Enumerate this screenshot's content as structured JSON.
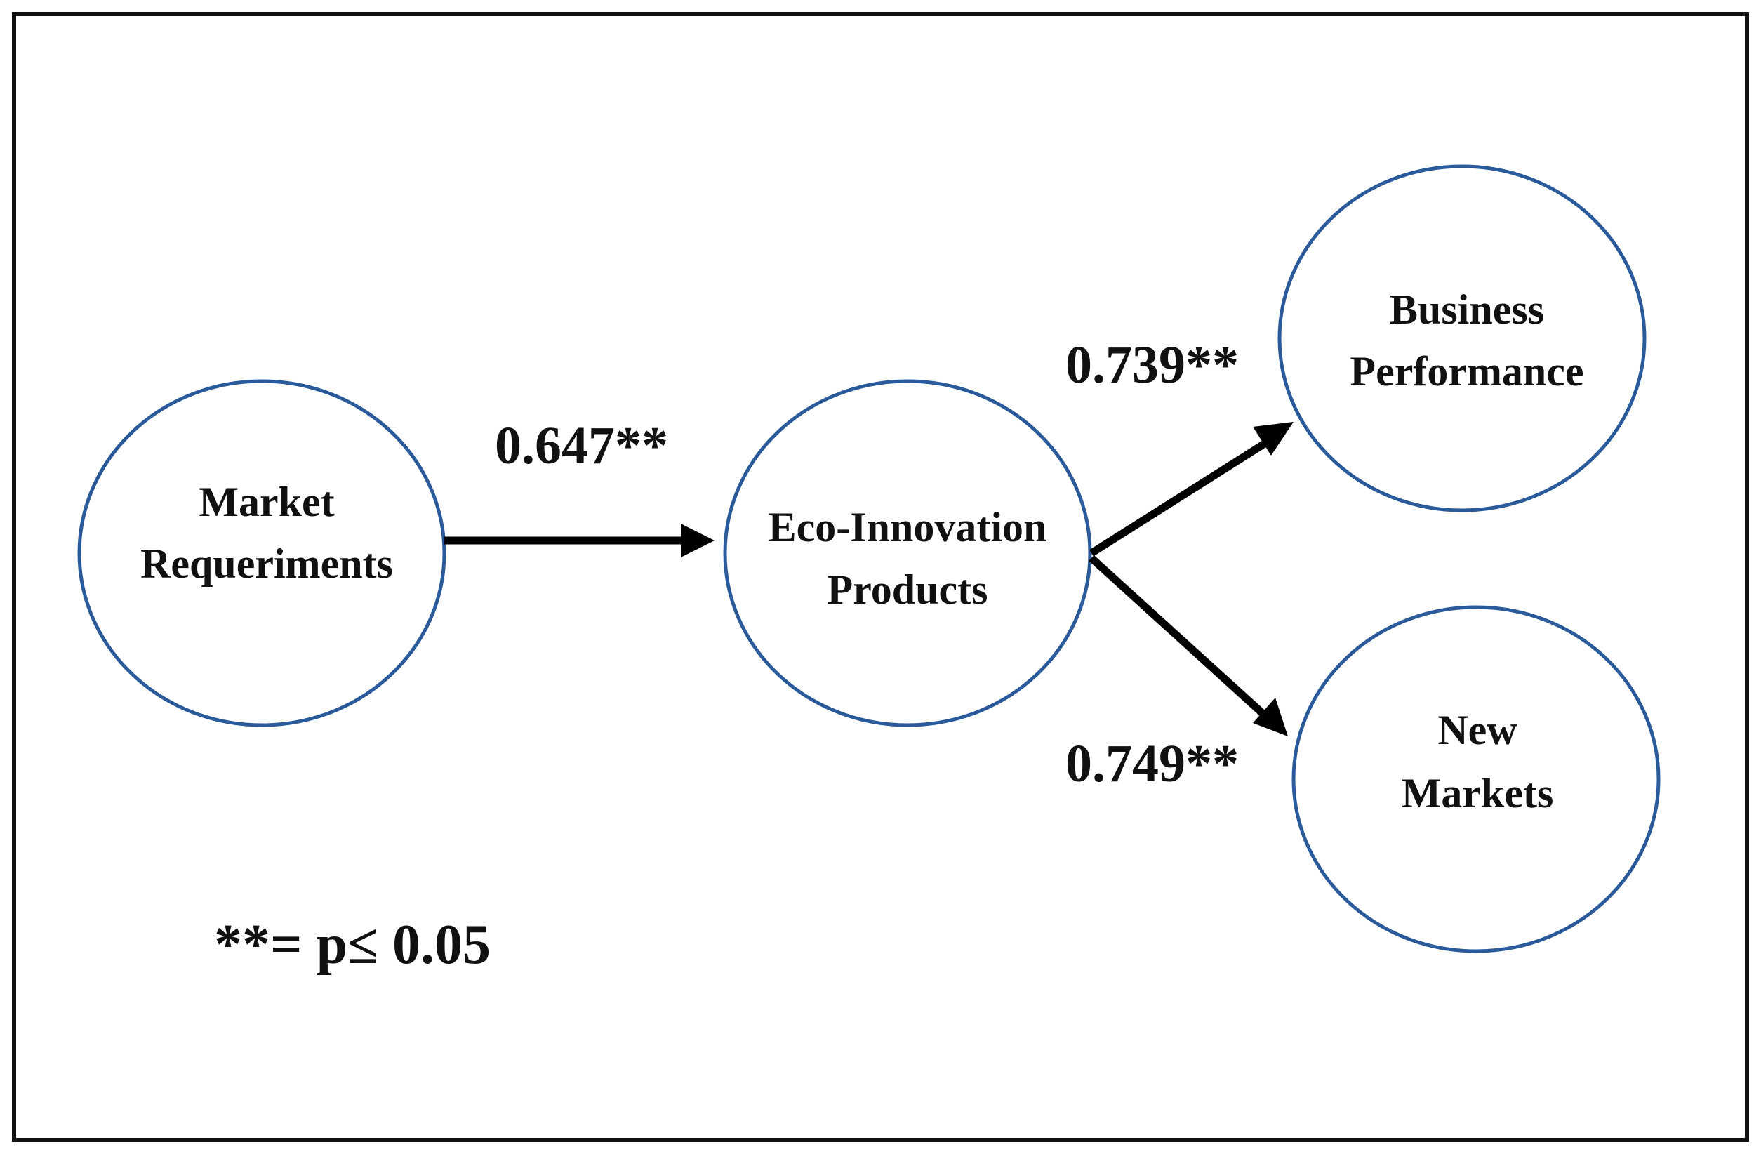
{
  "nodes": {
    "market_requirements": {
      "line1": "Market",
      "line2": "Requeriments"
    },
    "eco_innovation_products": {
      "line1": "Eco-Innovation",
      "line2": "Products"
    },
    "business_performance": {
      "line1": "Business",
      "line2": "Performance"
    },
    "new_markets": {
      "line1": "New",
      "line2": "Markets"
    }
  },
  "paths": [
    {
      "from": "Market Requeriments",
      "to": "Eco-Innovation Products",
      "coefficient": "0.647**"
    },
    {
      "from": "Eco-Innovation Products",
      "to": "Business Performance",
      "coefficient": "0.739**"
    },
    {
      "from": "Eco-Innovation Products",
      "to": "New Markets",
      "coefficient": "0.749**"
    }
  ],
  "legend": "**= p≤ 0.05",
  "colors": {
    "node_outline": "#2a5a9a",
    "arrow": "#000000",
    "frame": "#111111",
    "text": "#111111"
  }
}
